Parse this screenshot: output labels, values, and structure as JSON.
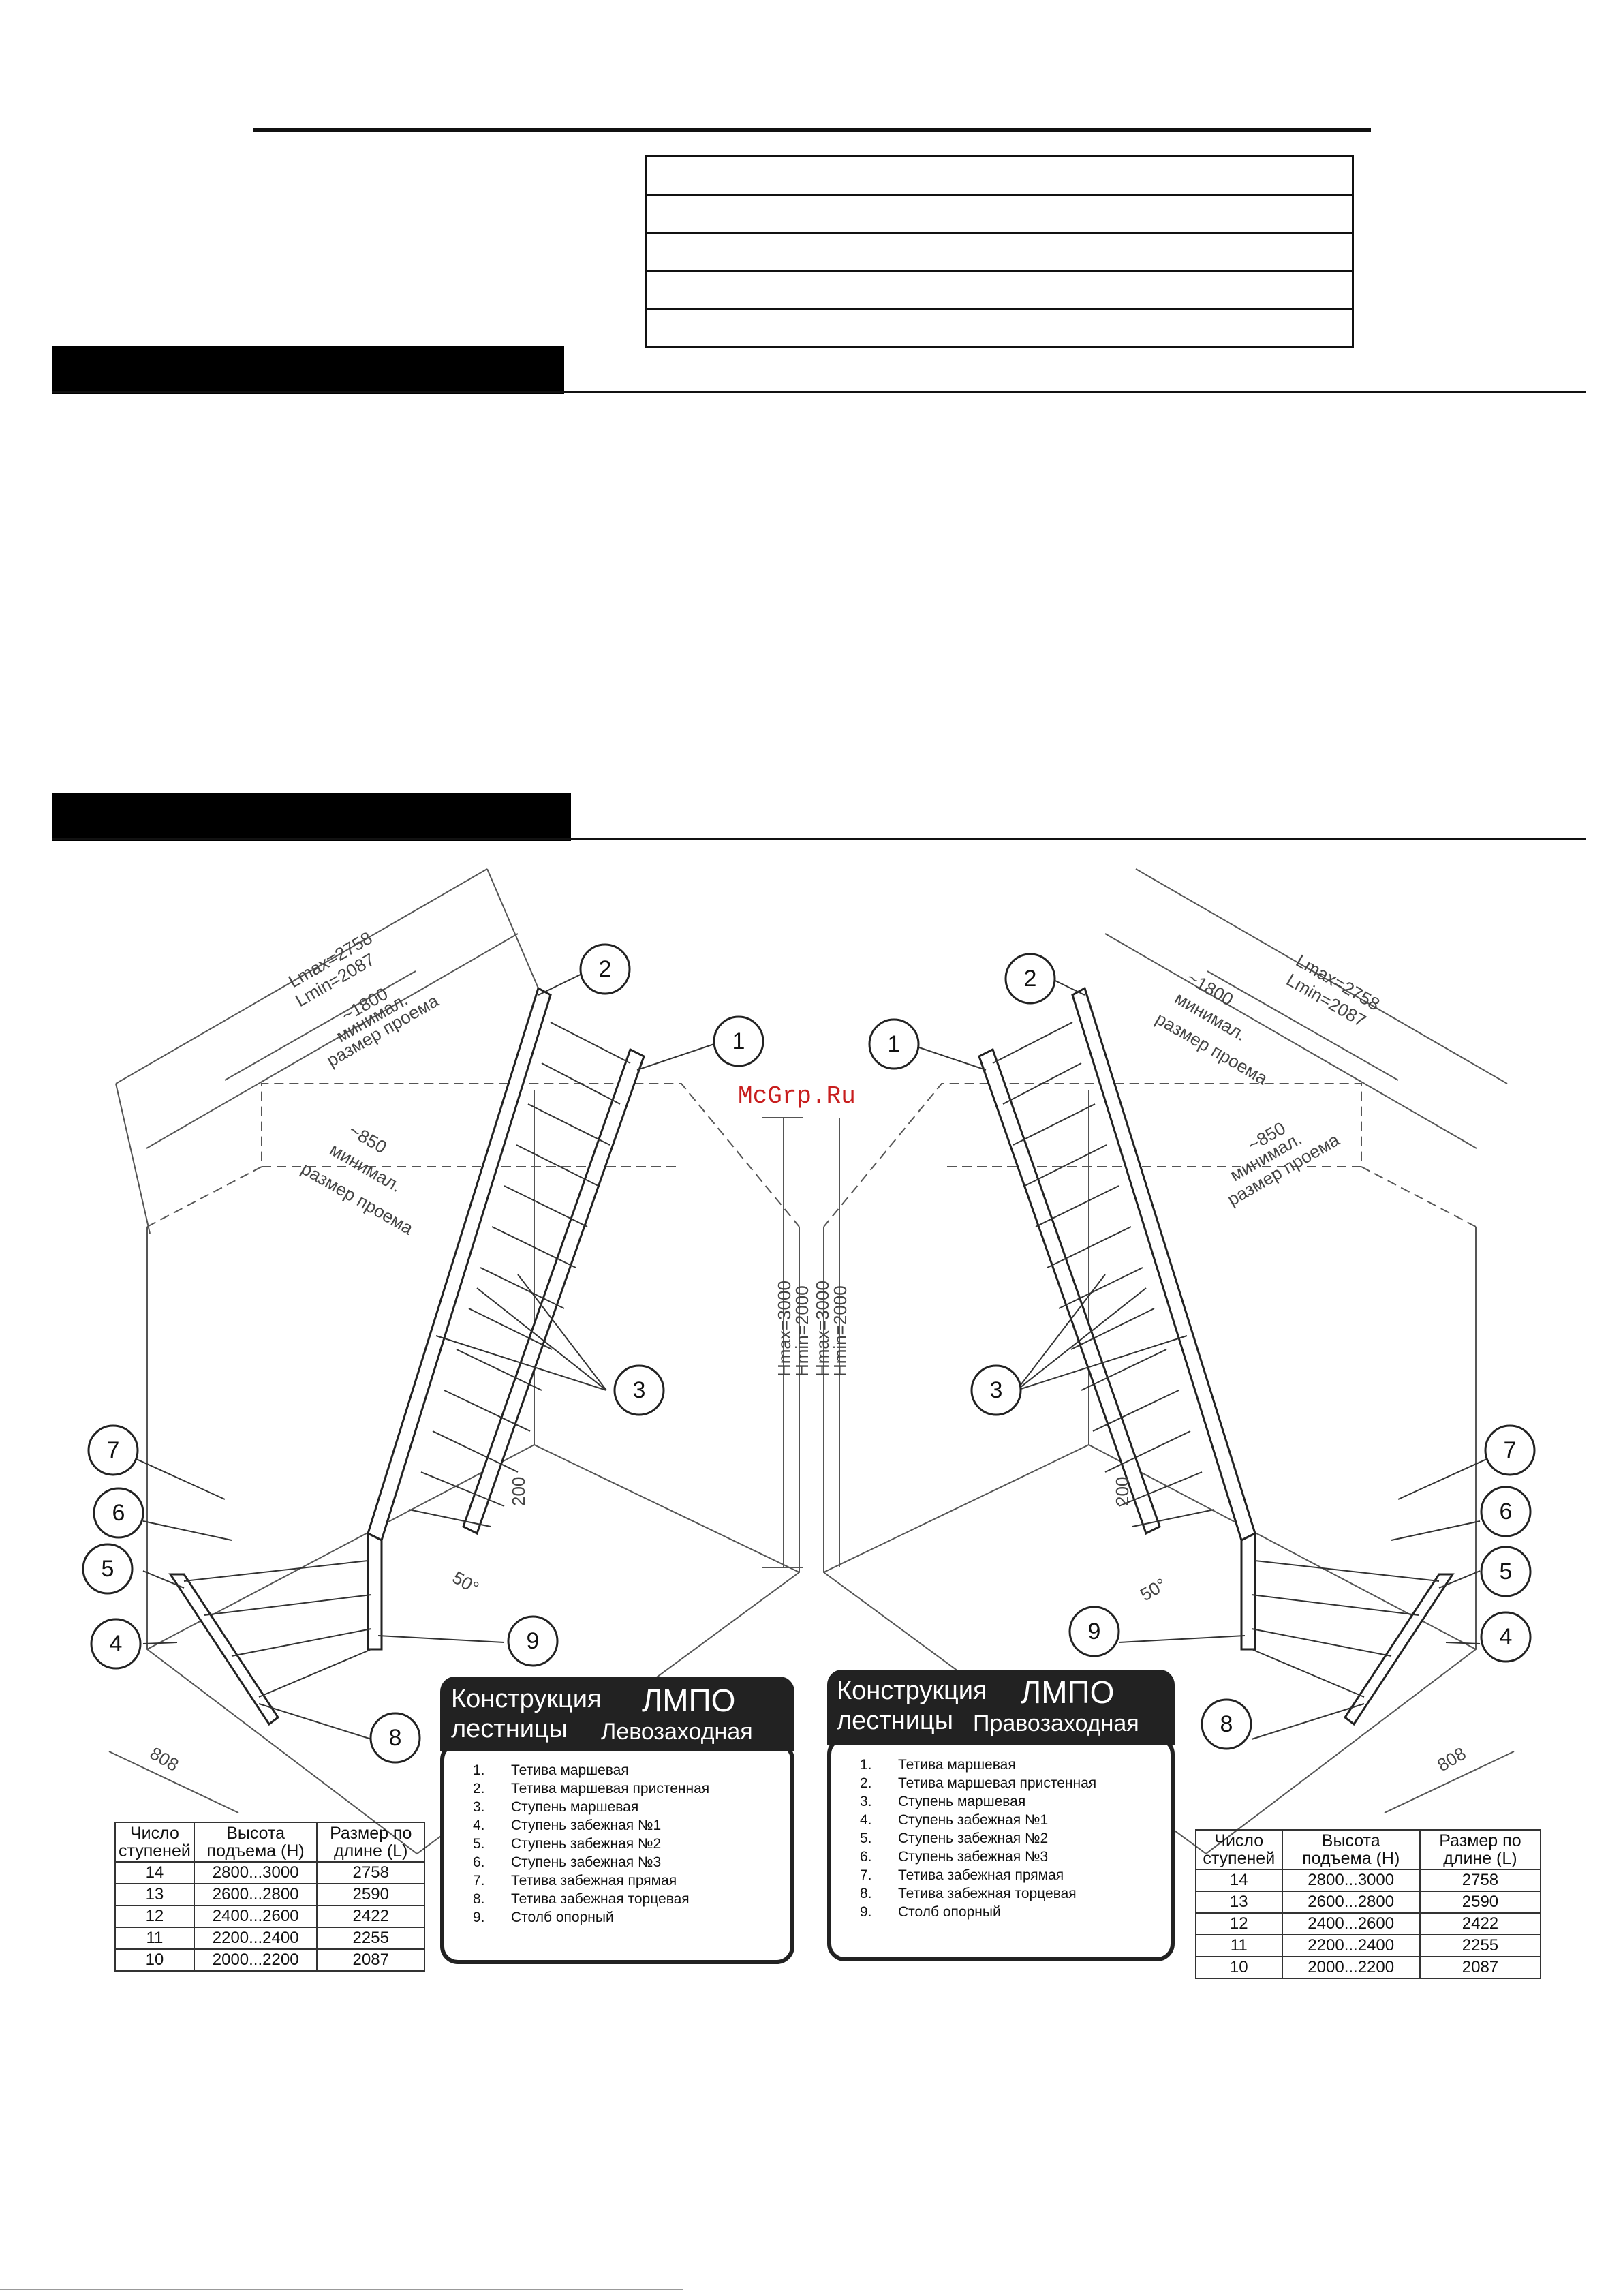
{
  "watermark": "McGrp.Ru",
  "left_drawing": {
    "dims": {
      "lmax": "Lmax=2758",
      "lmin": "Lmin=2087",
      "open_long_1": "~1800",
      "open_long_2": "минимал.",
      "open_long_3": "размер проема",
      "open_short_1": "~850",
      "open_short_2": "минимал.",
      "open_short_3": "размер проема",
      "hmax": "Hmax=3000",
      "hmin": "Hmin=2000",
      "riser": "200",
      "angle": "50°",
      "width": "808"
    },
    "callouts": [
      "1",
      "2",
      "3",
      "4",
      "5",
      "6",
      "7",
      "8",
      "9"
    ]
  },
  "right_drawing": {
    "dims": {
      "lmax": "Lmax=2758",
      "lmin": "Lmin=2087",
      "open_long_1": "~1800",
      "open_long_2": "минимал.",
      "open_long_3": "размер проема",
      "open_short_1": "~850",
      "open_short_2": "минимал.",
      "open_short_3": "размер проема",
      "hmax": "Hmax=3000",
      "hmin": "Hmin=2000",
      "riser": "200",
      "angle": "50°",
      "width": "808"
    },
    "callouts": [
      "1",
      "2",
      "3",
      "4",
      "5",
      "6",
      "7",
      "8",
      "9"
    ]
  },
  "legend_left": {
    "title_line1": "Конструкция",
    "title_line2": "лестницы",
    "model": "ЛМПО",
    "variant": "Левозаходная",
    "items": [
      {
        "n": "1.",
        "t": "Тетива маршевая"
      },
      {
        "n": "2.",
        "t": "Тетива маршевая пристенная"
      },
      {
        "n": "3.",
        "t": "Ступень маршевая"
      },
      {
        "n": "4.",
        "t": "Ступень забежная №1"
      },
      {
        "n": "5.",
        "t": "Ступень забежная №2"
      },
      {
        "n": "6.",
        "t": "Ступень забежная №3"
      },
      {
        "n": "7.",
        "t": "Тетива забежная прямая"
      },
      {
        "n": "8.",
        "t": "Тетива забежная торцевая"
      },
      {
        "n": "9.",
        "t": "Столб опорный"
      }
    ]
  },
  "legend_right": {
    "title_line1": "Конструкция",
    "title_line2": "лестницы",
    "model": "ЛМПО",
    "variant": "Правозаходная",
    "items": [
      {
        "n": "1.",
        "t": "Тетива маршевая"
      },
      {
        "n": "2.",
        "t": "Тетива маршевая пристенная"
      },
      {
        "n": "3.",
        "t": "Ступень маршевая"
      },
      {
        "n": "4.",
        "t": "Ступень забежная №1"
      },
      {
        "n": "5.",
        "t": "Ступень забежная №2"
      },
      {
        "n": "6.",
        "t": "Ступень забежная №3"
      },
      {
        "n": "7.",
        "t": "Тетива забежная прямая"
      },
      {
        "n": "8.",
        "t": "Тетива забежная торцевая"
      },
      {
        "n": "9.",
        "t": "Столб опорный"
      }
    ]
  },
  "table_left": {
    "headers": [
      "Число ступеней",
      "Высота подъема (H)",
      "Размер по длине (L)"
    ],
    "rows": [
      [
        "14",
        "2800...3000",
        "2758"
      ],
      [
        "13",
        "2600...2800",
        "2590"
      ],
      [
        "12",
        "2400...2600",
        "2422"
      ],
      [
        "11",
        "2200...2400",
        "2255"
      ],
      [
        "10",
        "2000...2200",
        "2087"
      ]
    ]
  },
  "table_right": {
    "headers": [
      "Число ступеней",
      "Высота подъема (H)",
      "Размер по длине (L)"
    ],
    "rows": [
      [
        "14",
        "2800...3000",
        "2758"
      ],
      [
        "13",
        "2600...2800",
        "2590"
      ],
      [
        "12",
        "2400...2600",
        "2422"
      ],
      [
        "11",
        "2200...2400",
        "2255"
      ],
      [
        "10",
        "2000...2200",
        "2087"
      ]
    ]
  }
}
